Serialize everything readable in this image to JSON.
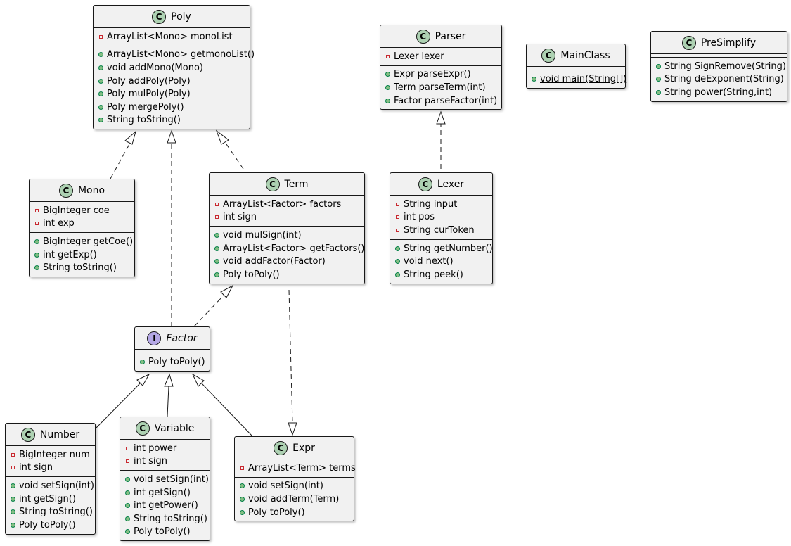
{
  "classes": [
    {
      "id": "poly",
      "kind": "class",
      "name": "Poly",
      "attributes": [
        {
          "v": "private",
          "t": "ArrayList<Mono> monoList"
        }
      ],
      "methods": [
        {
          "v": "public",
          "t": "ArrayList<Mono> getmonoList()"
        },
        {
          "v": "public",
          "t": "void addMono(Mono)"
        },
        {
          "v": "public",
          "t": "Poly addPoly(Poly)"
        },
        {
          "v": "public",
          "t": "Poly mulPoly(Poly)"
        },
        {
          "v": "public",
          "t": "Poly mergePoly()"
        },
        {
          "v": "public",
          "t": "String toString()"
        }
      ]
    },
    {
      "id": "parser",
      "kind": "class",
      "name": "Parser",
      "attributes": [
        {
          "v": "private",
          "t": "Lexer lexer"
        }
      ],
      "methods": [
        {
          "v": "public",
          "t": "Expr parseExpr()"
        },
        {
          "v": "public",
          "t": "Term parseTerm(int)"
        },
        {
          "v": "public",
          "t": "Factor parseFactor(int)"
        }
      ]
    },
    {
      "id": "mainclass",
      "kind": "class",
      "name": "MainClass",
      "attributes": [],
      "methods": [
        {
          "v": "public",
          "t": "void main(String[])",
          "static": true
        }
      ]
    },
    {
      "id": "presimplify",
      "kind": "class",
      "name": "PreSimplify",
      "attributes": [],
      "methods": [
        {
          "v": "public",
          "t": "String SignRemove(String)"
        },
        {
          "v": "public",
          "t": "String deExponent(String)"
        },
        {
          "v": "public",
          "t": "String power(String,int)"
        }
      ]
    },
    {
      "id": "mono",
      "kind": "class",
      "name": "Mono",
      "attributes": [
        {
          "v": "private",
          "t": "BigInteger coe"
        },
        {
          "v": "private",
          "t": "int exp"
        }
      ],
      "methods": [
        {
          "v": "public",
          "t": "BigInteger getCoe()"
        },
        {
          "v": "public",
          "t": "int getExp()"
        },
        {
          "v": "public",
          "t": "String toString()"
        }
      ]
    },
    {
      "id": "term",
      "kind": "class",
      "name": "Term",
      "attributes": [
        {
          "v": "private",
          "t": "ArrayList<Factor> factors"
        },
        {
          "v": "private",
          "t": "int sign"
        }
      ],
      "methods": [
        {
          "v": "public",
          "t": "void mulSign(int)"
        },
        {
          "v": "public",
          "t": "ArrayList<Factor> getFactors()"
        },
        {
          "v": "public",
          "t": "void addFactor(Factor)"
        },
        {
          "v": "public",
          "t": "Poly toPoly()"
        }
      ]
    },
    {
      "id": "lexer",
      "kind": "class",
      "name": "Lexer",
      "attributes": [
        {
          "v": "private",
          "t": "String input"
        },
        {
          "v": "private",
          "t": "int pos"
        },
        {
          "v": "private",
          "t": "String curToken"
        }
      ],
      "methods": [
        {
          "v": "public",
          "t": "String getNumber()"
        },
        {
          "v": "public",
          "t": "void next()"
        },
        {
          "v": "public",
          "t": "String peek()"
        }
      ]
    },
    {
      "id": "factor",
      "kind": "interface",
      "name": "Factor",
      "attributes": [],
      "methods": [
        {
          "v": "public",
          "t": "Poly toPoly()"
        }
      ]
    },
    {
      "id": "number",
      "kind": "class",
      "name": "Number",
      "attributes": [
        {
          "v": "private",
          "t": "BigInteger num"
        },
        {
          "v": "private",
          "t": "int sign"
        }
      ],
      "methods": [
        {
          "v": "public",
          "t": "void setSign(int)"
        },
        {
          "v": "public",
          "t": "int getSign()"
        },
        {
          "v": "public",
          "t": "String toString()"
        },
        {
          "v": "public",
          "t": "Poly toPoly()"
        }
      ]
    },
    {
      "id": "variable",
      "kind": "class",
      "name": "Variable",
      "attributes": [
        {
          "v": "private",
          "t": "int power"
        },
        {
          "v": "private",
          "t": "int sign"
        }
      ],
      "methods": [
        {
          "v": "public",
          "t": "void setSign(int)"
        },
        {
          "v": "public",
          "t": "int getSign()"
        },
        {
          "v": "public",
          "t": "int getPower()"
        },
        {
          "v": "public",
          "t": "String toString()"
        },
        {
          "v": "public",
          "t": "Poly toPoly()"
        }
      ]
    },
    {
      "id": "expr",
      "kind": "class",
      "name": "Expr",
      "attributes": [
        {
          "v": "private",
          "t": "ArrayList<Term> terms"
        }
      ],
      "methods": [
        {
          "v": "public",
          "t": "void setSign(int)"
        },
        {
          "v": "public",
          "t": "void addTerm(Term)"
        },
        {
          "v": "public",
          "t": "Poly toPoly()"
        }
      ]
    }
  ],
  "relations": [
    {
      "from": "mono",
      "to": "poly",
      "type": "realization"
    },
    {
      "from": "factor",
      "to": "poly",
      "type": "realization"
    },
    {
      "from": "term",
      "to": "poly",
      "type": "realization"
    },
    {
      "from": "lexer",
      "to": "parser",
      "type": "realization"
    },
    {
      "from": "factor",
      "to": "term",
      "type": "realization"
    },
    {
      "from": "term",
      "to": "expr",
      "type": "realization"
    },
    {
      "from": "number",
      "to": "factor",
      "type": "generalization"
    },
    {
      "from": "variable",
      "to": "factor",
      "type": "generalization"
    },
    {
      "from": "expr",
      "to": "factor",
      "type": "generalization"
    }
  ],
  "colors": {
    "class_circle": "#add1b2",
    "interface_circle": "#b4a7e5",
    "box_fill": "#f1f1f1",
    "border": "#181818",
    "private_marker": "#c82930",
    "public_marker": "#84be84"
  }
}
